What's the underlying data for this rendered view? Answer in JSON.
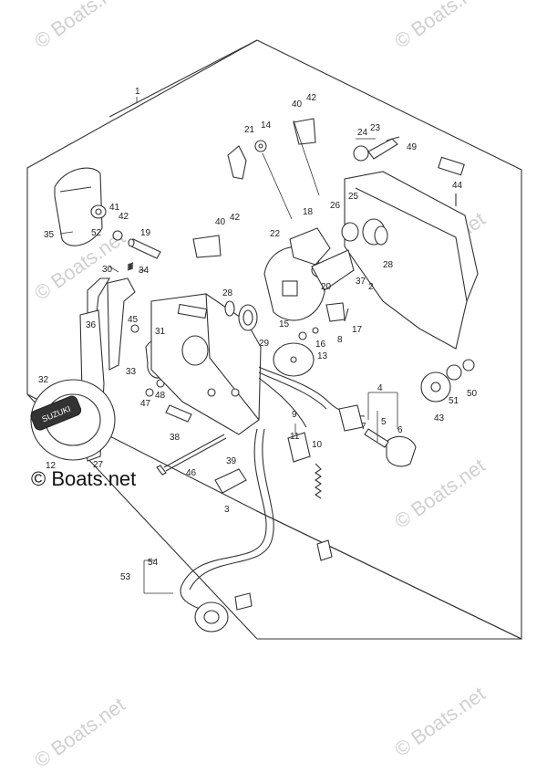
{
  "watermark": {
    "text": "© Boats.net"
  },
  "copyright": "© Boats.net",
  "badge_text": "SUZUKI",
  "labels": [
    "1",
    "2",
    "3",
    "4",
    "5",
    "6",
    "7",
    "8",
    "9",
    "10",
    "11",
    "12",
    "13",
    "14",
    "15",
    "16",
    "17",
    "18",
    "19",
    "20",
    "21",
    "22",
    "23",
    "24",
    "25",
    "26",
    "27",
    "28",
    "29",
    "30",
    "31",
    "32",
    "33",
    "34",
    "35",
    "36",
    "37",
    "38",
    "39",
    "40",
    "41",
    "42",
    "43",
    "44",
    "45",
    "46",
    "47",
    "48",
    "49",
    "50",
    "51",
    "52",
    "53",
    "54"
  ]
}
